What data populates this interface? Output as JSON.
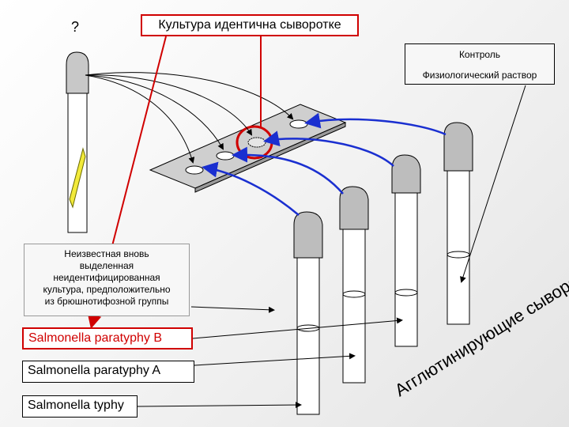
{
  "question_mark": "?",
  "title": "Культура идентична сыворотке",
  "control": {
    "line1": "Контроль",
    "line2": "Физиологический раствор"
  },
  "unknown_culture": {
    "lines": [
      "Неизвестная вновь",
      "выделенная",
      "неидентифицированная",
      "культура, предположительно",
      "из брюшнотифозной группы"
    ]
  },
  "labels": {
    "paratyphy_b": "Salmonella paratyphy B",
    "paratyphy_a": "Salmonella paratyphy A",
    "typhy": "Salmonella typhy"
  },
  "agglutinating_sera": "Агглютинирующие сыворотки",
  "colors": {
    "highlight": "#d00000",
    "arrow_blue": "#1a2fd0"
  }
}
